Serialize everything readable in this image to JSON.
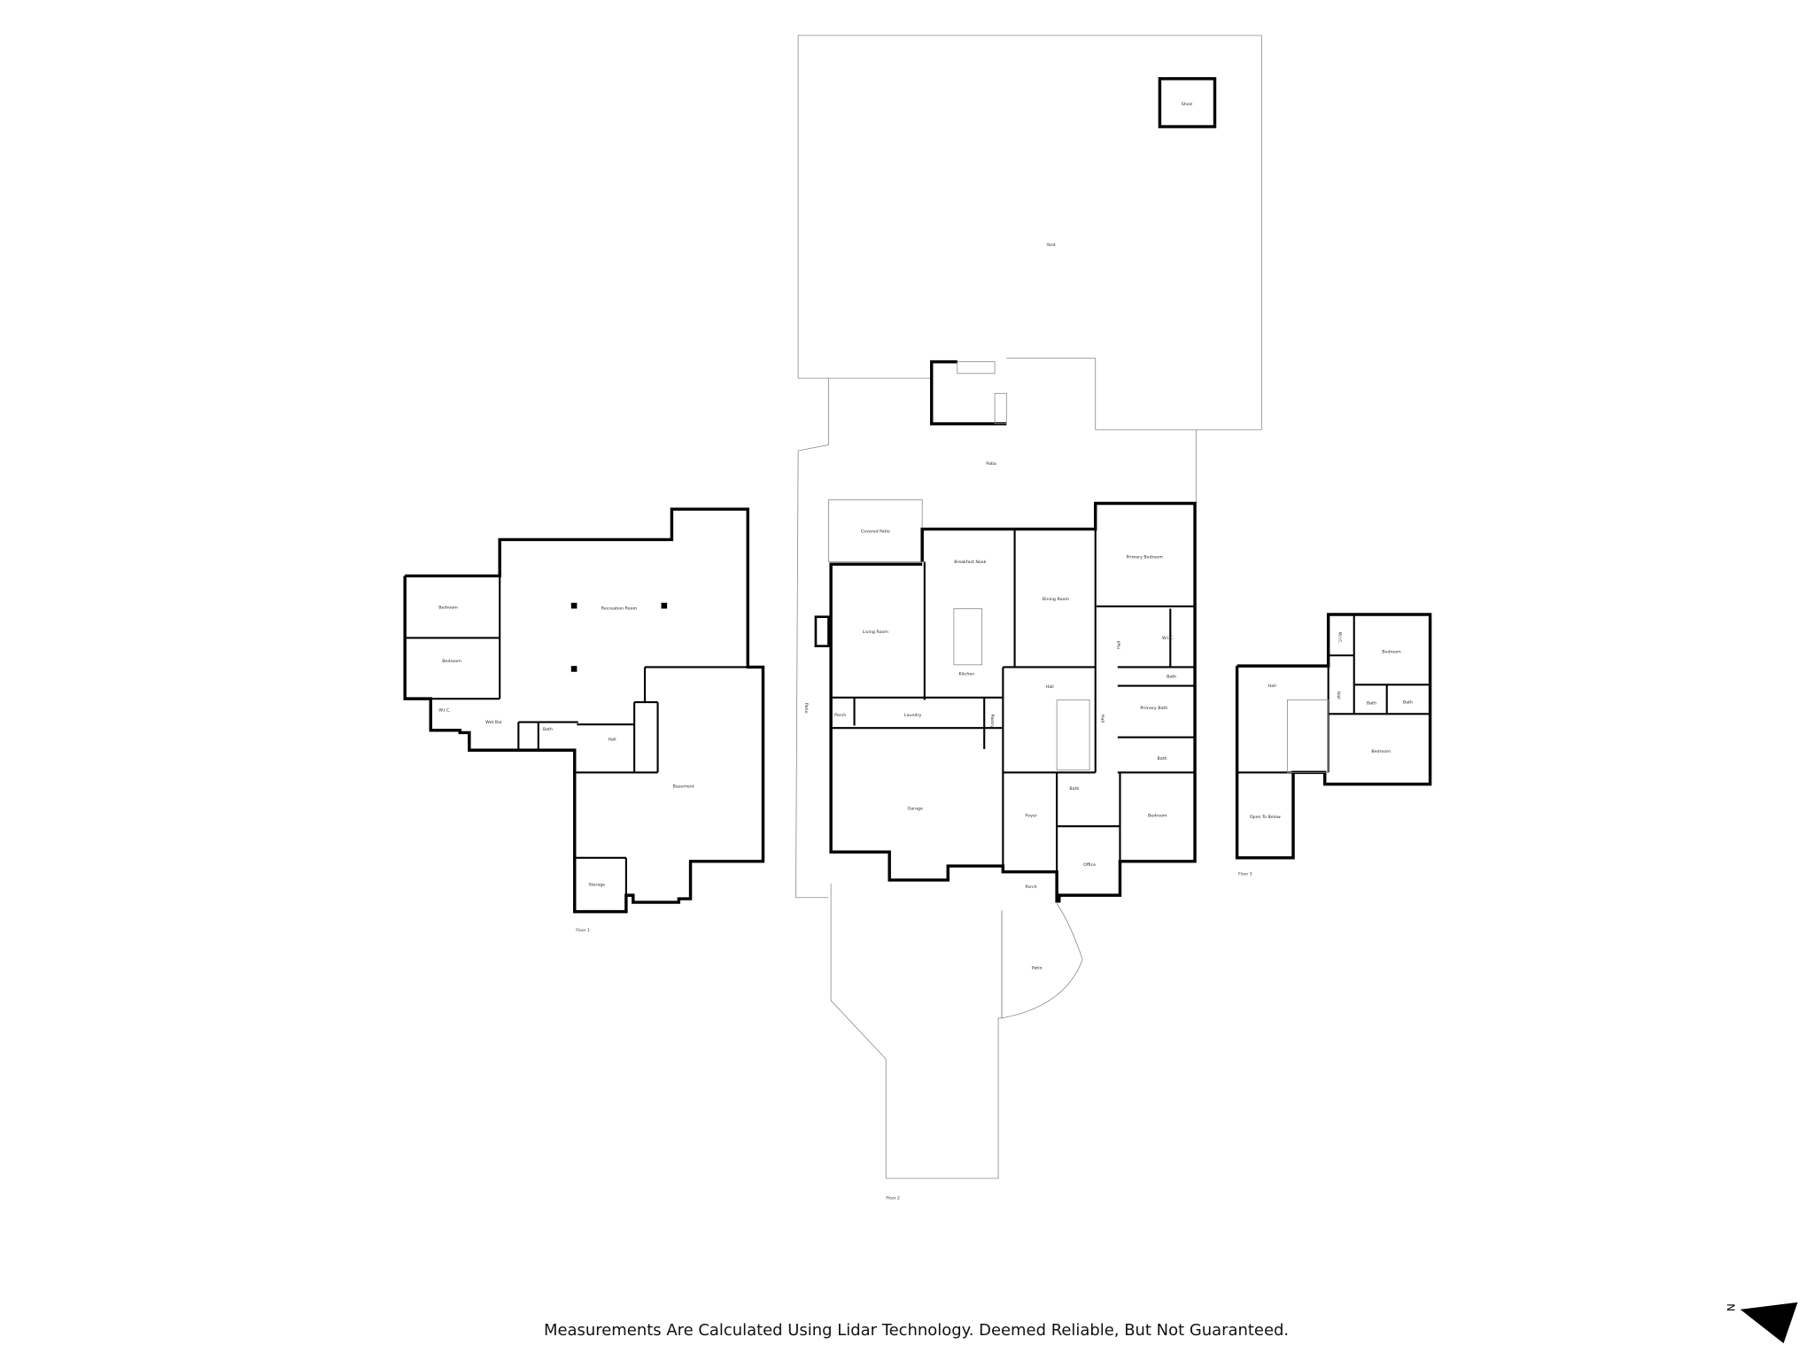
{
  "floor1": {
    "label": "Floor 1",
    "rooms": [
      "Bedroom",
      "Bedroom",
      "W.I.C.",
      "Wet Bar",
      "Bath",
      "Hall",
      "Recreation Room",
      "Basement",
      "Storage"
    ]
  },
  "floor2": {
    "label": "Floor 2",
    "rooms": [
      "Shed",
      "Yard",
      "Patio",
      "Patio",
      "Covered Patio",
      "Living Room",
      "Breakfast Nook",
      "Kitchen",
      "Dining Room",
      "Primary Bedroom",
      "W.I.C.",
      "Hall",
      "Bath",
      "Primary Bath",
      "Bath",
      "Hall",
      "Hall",
      "Pantry",
      "Porch",
      "Laundry",
      "Garage",
      "Foyer",
      "Bath",
      "Office",
      "Bedroom",
      "Porch",
      "Patio"
    ]
  },
  "floor3": {
    "label": "Floor 3",
    "rooms": [
      "Hall",
      "Hall",
      "W.I.C.",
      "Bedroom",
      "Bath",
      "Bath",
      "Bedroom",
      "Open To Below"
    ]
  },
  "footer": {
    "disclaimer": "Measurements Are Calculated Using Lidar Technology. Deemed Reliable, But Not Guaranteed."
  },
  "compass": {
    "label": "N"
  }
}
